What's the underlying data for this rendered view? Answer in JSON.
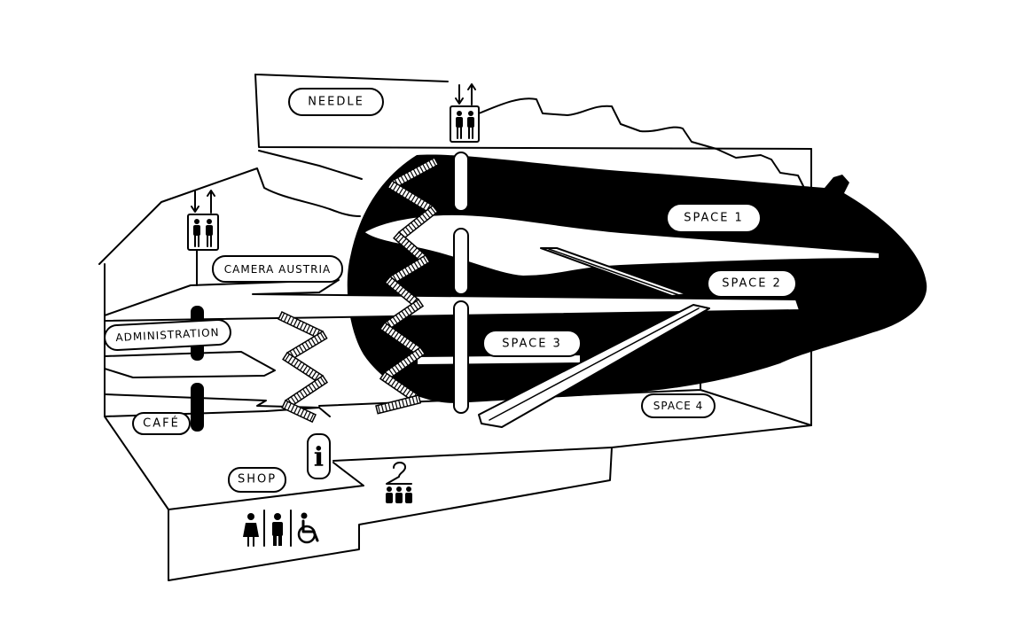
{
  "labels": {
    "needle": "NEEDLE",
    "space1": "SPACE 1",
    "space2": "SPACE 2",
    "space3": "SPACE 3",
    "space4": "SPACE 4",
    "camera_austria": "CAMERA AUSTRIA",
    "administration": "ADMINISTRATION",
    "cafe": "CAFÉ",
    "shop": "SHOP"
  },
  "info_glyph": "i",
  "icons": {
    "elevator": "elevator-icon",
    "info": "info-icon",
    "cloakroom": "cloakroom-icon",
    "toilet_women": "toilet-women-icon",
    "toilet_men": "toilet-men-icon",
    "wheelchair": "wheelchair-icon"
  },
  "colors": {
    "ink": "#000000",
    "paper": "#ffffff"
  }
}
